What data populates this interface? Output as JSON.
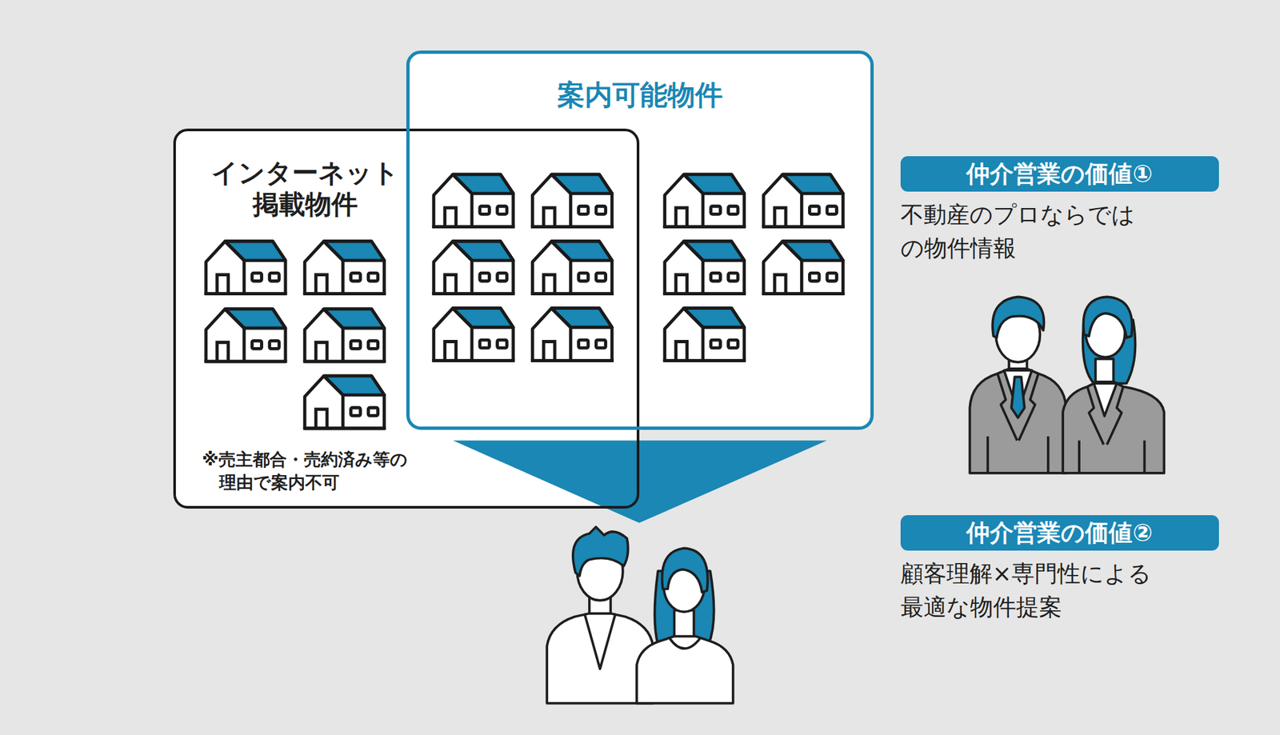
{
  "diagram": {
    "nodes": [
      {
        "text": [
          "インターネット 掲載物件",
          "※売主都合・売約済み等の 理由で案内不可"
        ]
      },
      {
        "text": [
          "案内可能物件"
        ]
      },
      {
        "text": [
          "仲介営業の価値①"
        ]
      },
      {
        "text": [
          "仲介営業の価値②"
        ]
      }
    ],
    "labels": [
      "不動産のプロならでは の物件情報",
      "顧客理解×専門性による 最適な物件提案"
    ]
  }
}
